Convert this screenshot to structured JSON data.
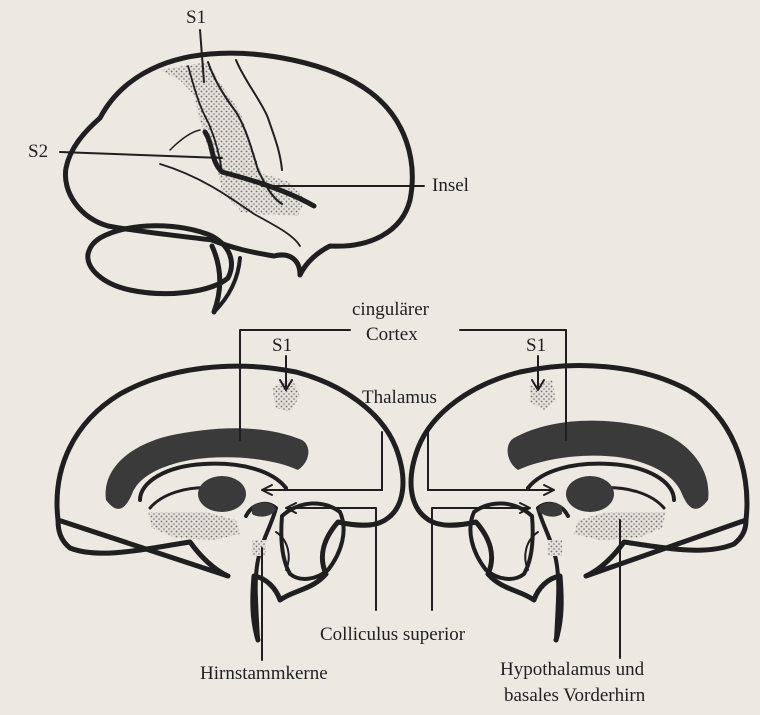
{
  "labels": {
    "s1_top": "S1",
    "s2": "S2",
    "insel": "Insel",
    "cingular_1": "cingulärer",
    "cingular_2": "Cortex",
    "s1_left": "S1",
    "s1_right": "S1",
    "thalamus": "Thalamus",
    "colliculus": "Colliculus superior",
    "hirnstamm": "Hirnstammkerne",
    "hypo_1": "Hypothalamus und",
    "hypo_2": "basales Vorderhirn"
  },
  "colors": {
    "paper": "#ebe9e2",
    "ink": "#1f1f1f",
    "dark_fill": "#3a3a3a",
    "stipple": "#6f6f6f"
  }
}
